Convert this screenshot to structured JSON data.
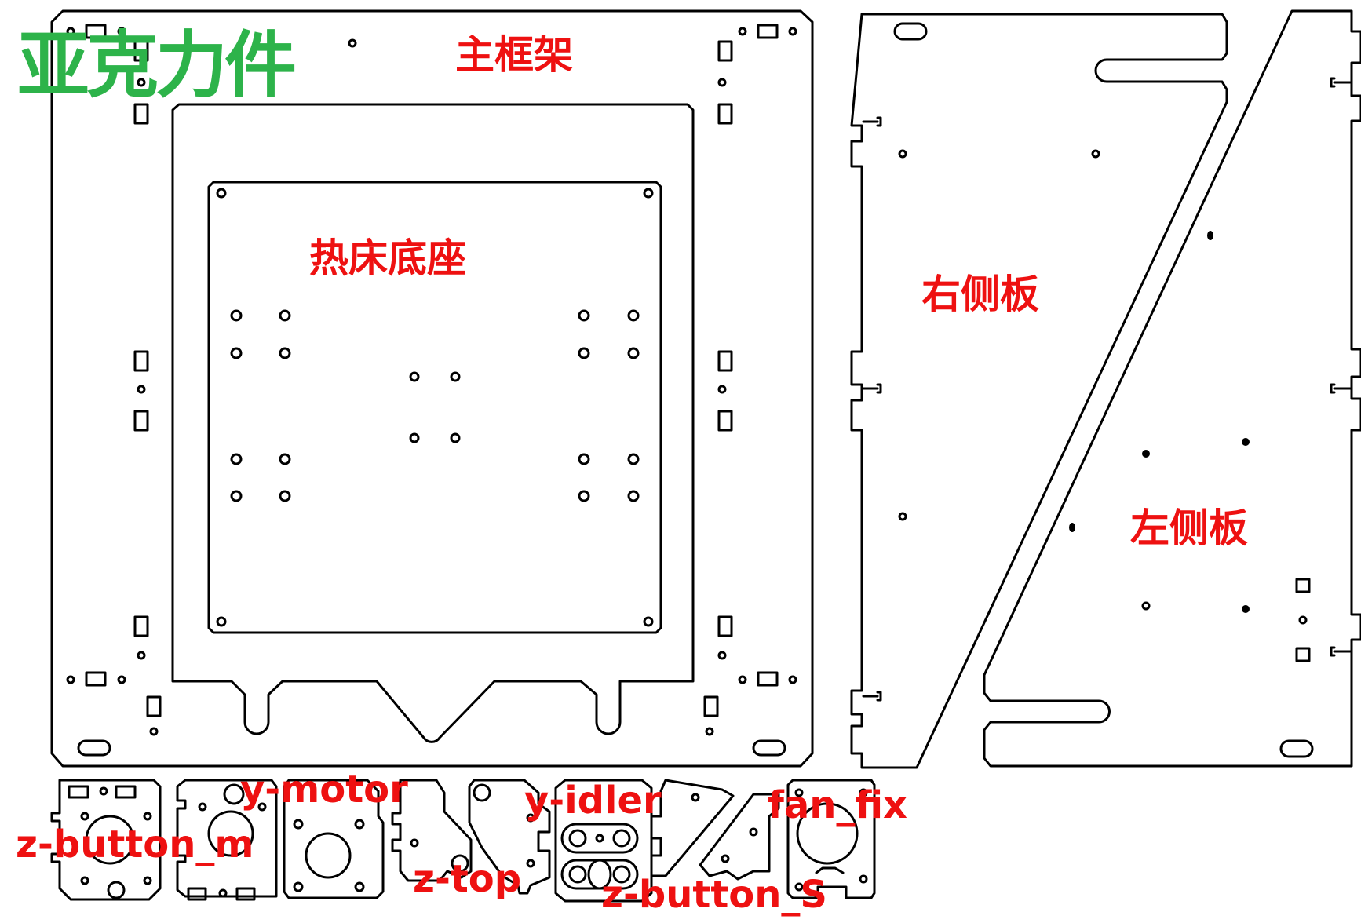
{
  "title": "亚克力件",
  "colors": {
    "title": "#2db34a",
    "labels": "#ee1111",
    "lines": "#000000"
  },
  "parts": {
    "main_frame": "主框架",
    "heatbed_base": "热床底座",
    "right_side": "右侧板",
    "left_side": "左侧板",
    "z_button_m": "z-button_m",
    "y_motor": "y-motor",
    "z_top": "z-top",
    "y_idler": "y-idler",
    "z_button_s": "z-button_S",
    "fan_fix": "fan_fix"
  }
}
